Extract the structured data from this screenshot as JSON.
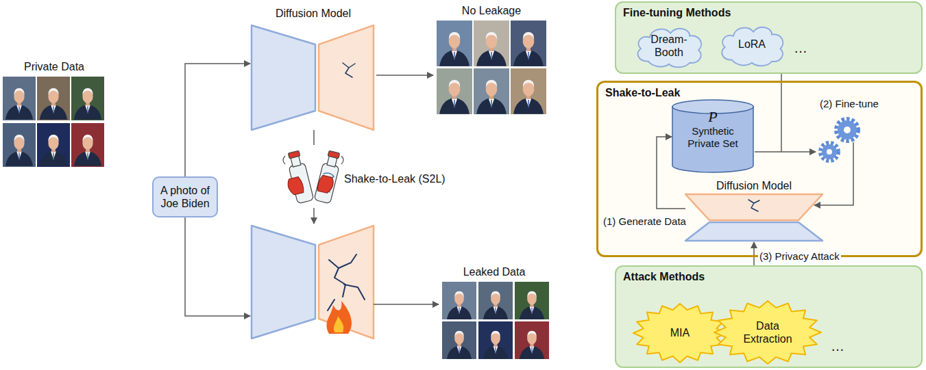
{
  "diagram": {
    "nodes": [
      {
        "text": [
          "Private Data"
        ]
      },
      {
        "text": [
          "A photo of Joe Biden"
        ]
      },
      {
        "text": [
          "Diffusion Model"
        ]
      },
      {
        "text": [
          "No Leakage"
        ]
      },
      {
        "text": [
          "Leaked Data"
        ]
      },
      {
        "text": [
          "Fine-tuning Methods"
        ]
      },
      {
        "text": [
          "Dream- Booth"
        ],
        "in": 5
      },
      {
        "text": [
          "LoRA"
        ],
        "in": 5
      },
      {
        "text": [
          "Shake-to-Leak"
        ]
      },
      {
        "text": [
          "P",
          "Synthetic Private Set"
        ],
        "in": 8
      },
      {
        "text": [
          "Diffusion Model"
        ],
        "in": 8
      },
      {
        "text": [
          "Attack Methods"
        ]
      },
      {
        "text": [
          "MIA"
        ],
        "in": 11
      },
      {
        "text": [
          "Data Extraction"
        ],
        "in": 11
      }
    ],
    "edges": [
      {
        "from": 1,
        "to": 2,
        "arrow": "to"
      },
      {
        "from": 2,
        "to": 3,
        "arrow": "to"
      },
      {
        "from": 11,
        "to": 10,
        "label": "(3) Privacy Attack",
        "arrow": "to"
      },
      {
        "from": 10,
        "to": 9,
        "label": "(1) Generate Data",
        "arrow": "to"
      }
    ],
    "labels": [
      "Shake-to-Leak (S2L)",
      "…",
      "(2) Fine-tune",
      "…"
    ]
  }
}
